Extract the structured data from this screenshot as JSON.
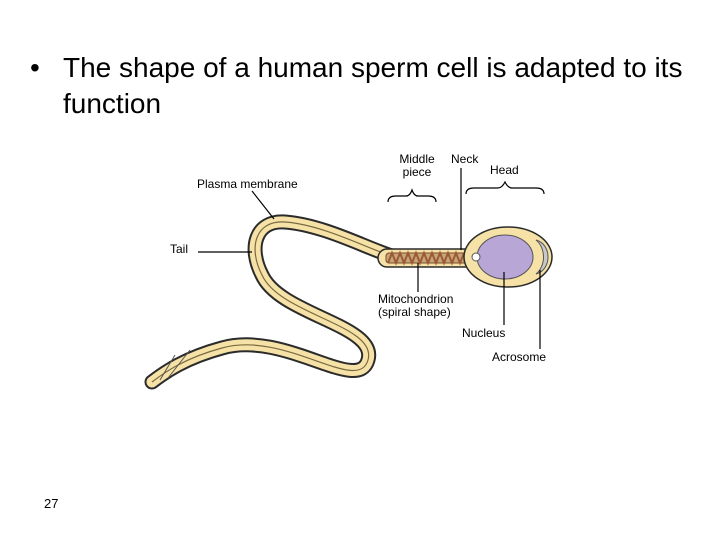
{
  "slide": {
    "bullet_symbol": "•",
    "bullet_text": "The shape of a human sperm cell is adapted to its function",
    "slide_number": "27"
  },
  "diagram": {
    "labels": {
      "plasma_membrane": "Plasma membrane",
      "middle_piece_line1": "Middle",
      "middle_piece_line2": "piece",
      "neck": "Neck",
      "head": "Head",
      "tail": "Tail",
      "mitochondrion_line1": "Mitochondrion",
      "mitochondrion_line2": "(spiral shape)",
      "nucleus": "Nucleus",
      "acrosome": "Acrosome"
    },
    "colors": {
      "membrane_fill": "#f6e2a6",
      "membrane_outline": "#2b2b2b",
      "mitochondrion": "#9a5a34",
      "nucleus": "#b8a6d6",
      "acrosome": "#c8c8c8"
    }
  }
}
